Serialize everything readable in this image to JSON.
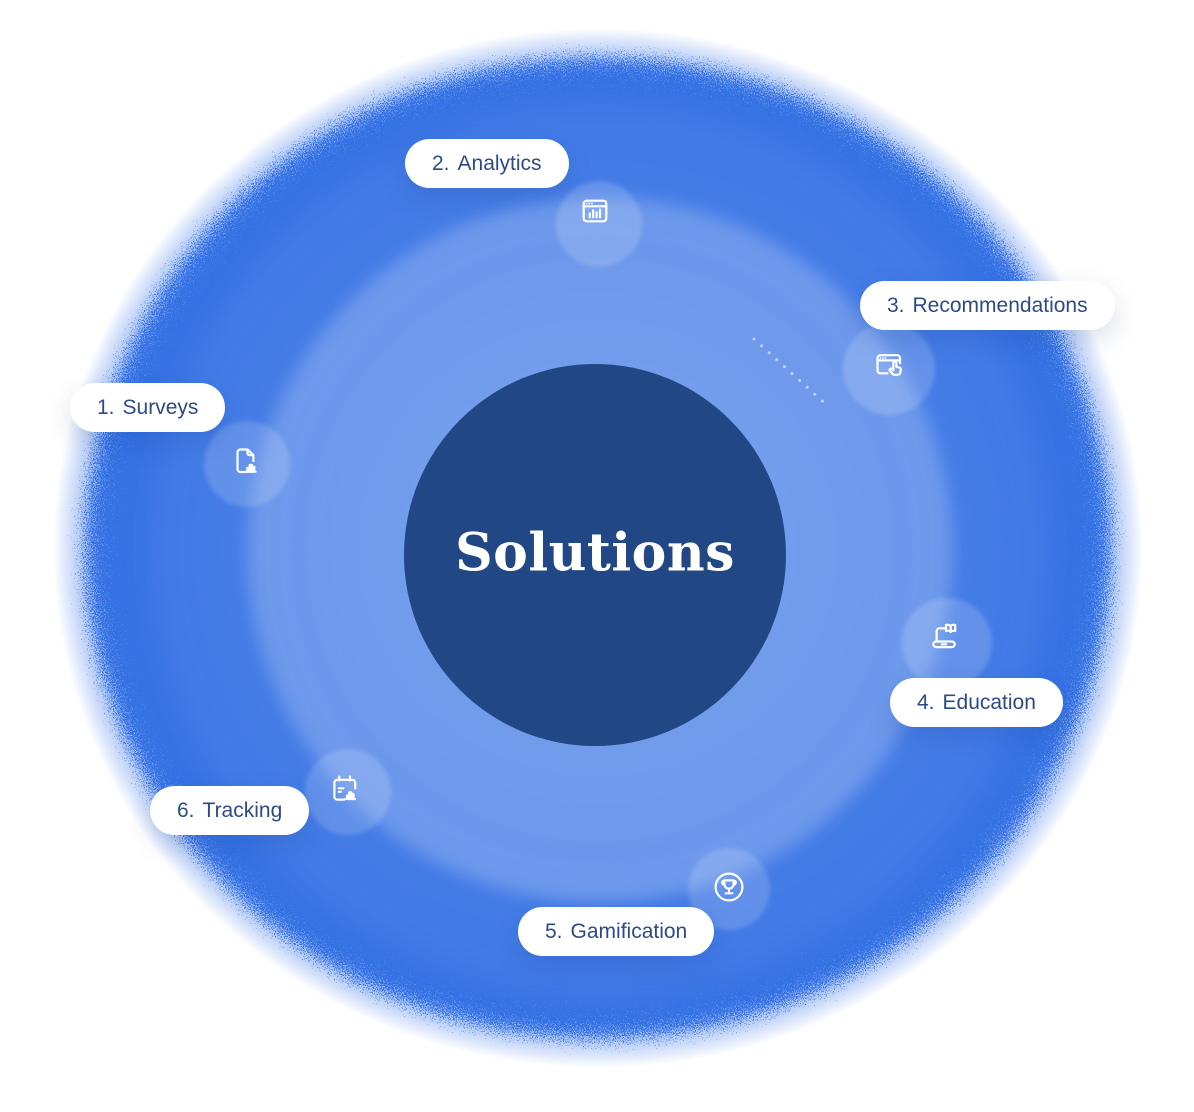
{
  "diagram": {
    "title": "Solutions",
    "items": [
      {
        "number": "1.",
        "label": "Surveys",
        "icon": "document-chart-icon"
      },
      {
        "number": "2.",
        "label": "Analytics",
        "icon": "browser-analytics-icon"
      },
      {
        "number": "3.",
        "label": "Recommendations",
        "icon": "browser-click-icon"
      },
      {
        "number": "4.",
        "label": "Education",
        "icon": "laptop-book-icon"
      },
      {
        "number": "5.",
        "label": "Gamification",
        "icon": "trophy-circle-icon"
      },
      {
        "number": "6.",
        "label": "Tracking",
        "icon": "calendar-chart-icon"
      }
    ],
    "colors": {
      "blob_blue": "#3c76e6",
      "center_navy": "#214885",
      "pill_background": "#ffffff",
      "pill_text": "#2c4a87",
      "icon_white": "#ffffff"
    }
  }
}
